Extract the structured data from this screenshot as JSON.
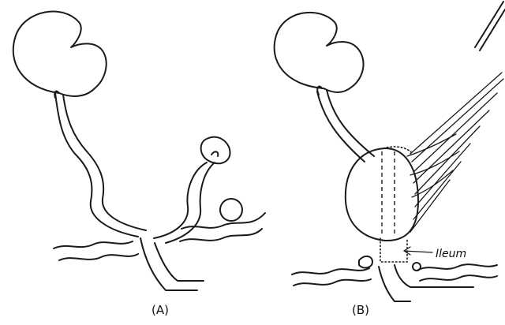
{
  "panels": [
    {
      "id": "A",
      "label": "(A)"
    },
    {
      "id": "B",
      "label": "(B)"
    }
  ],
  "annotations": {
    "ileum": "Ileum"
  },
  "colors": {
    "ink": "#1a1a1a",
    "background": "#ffffff"
  }
}
